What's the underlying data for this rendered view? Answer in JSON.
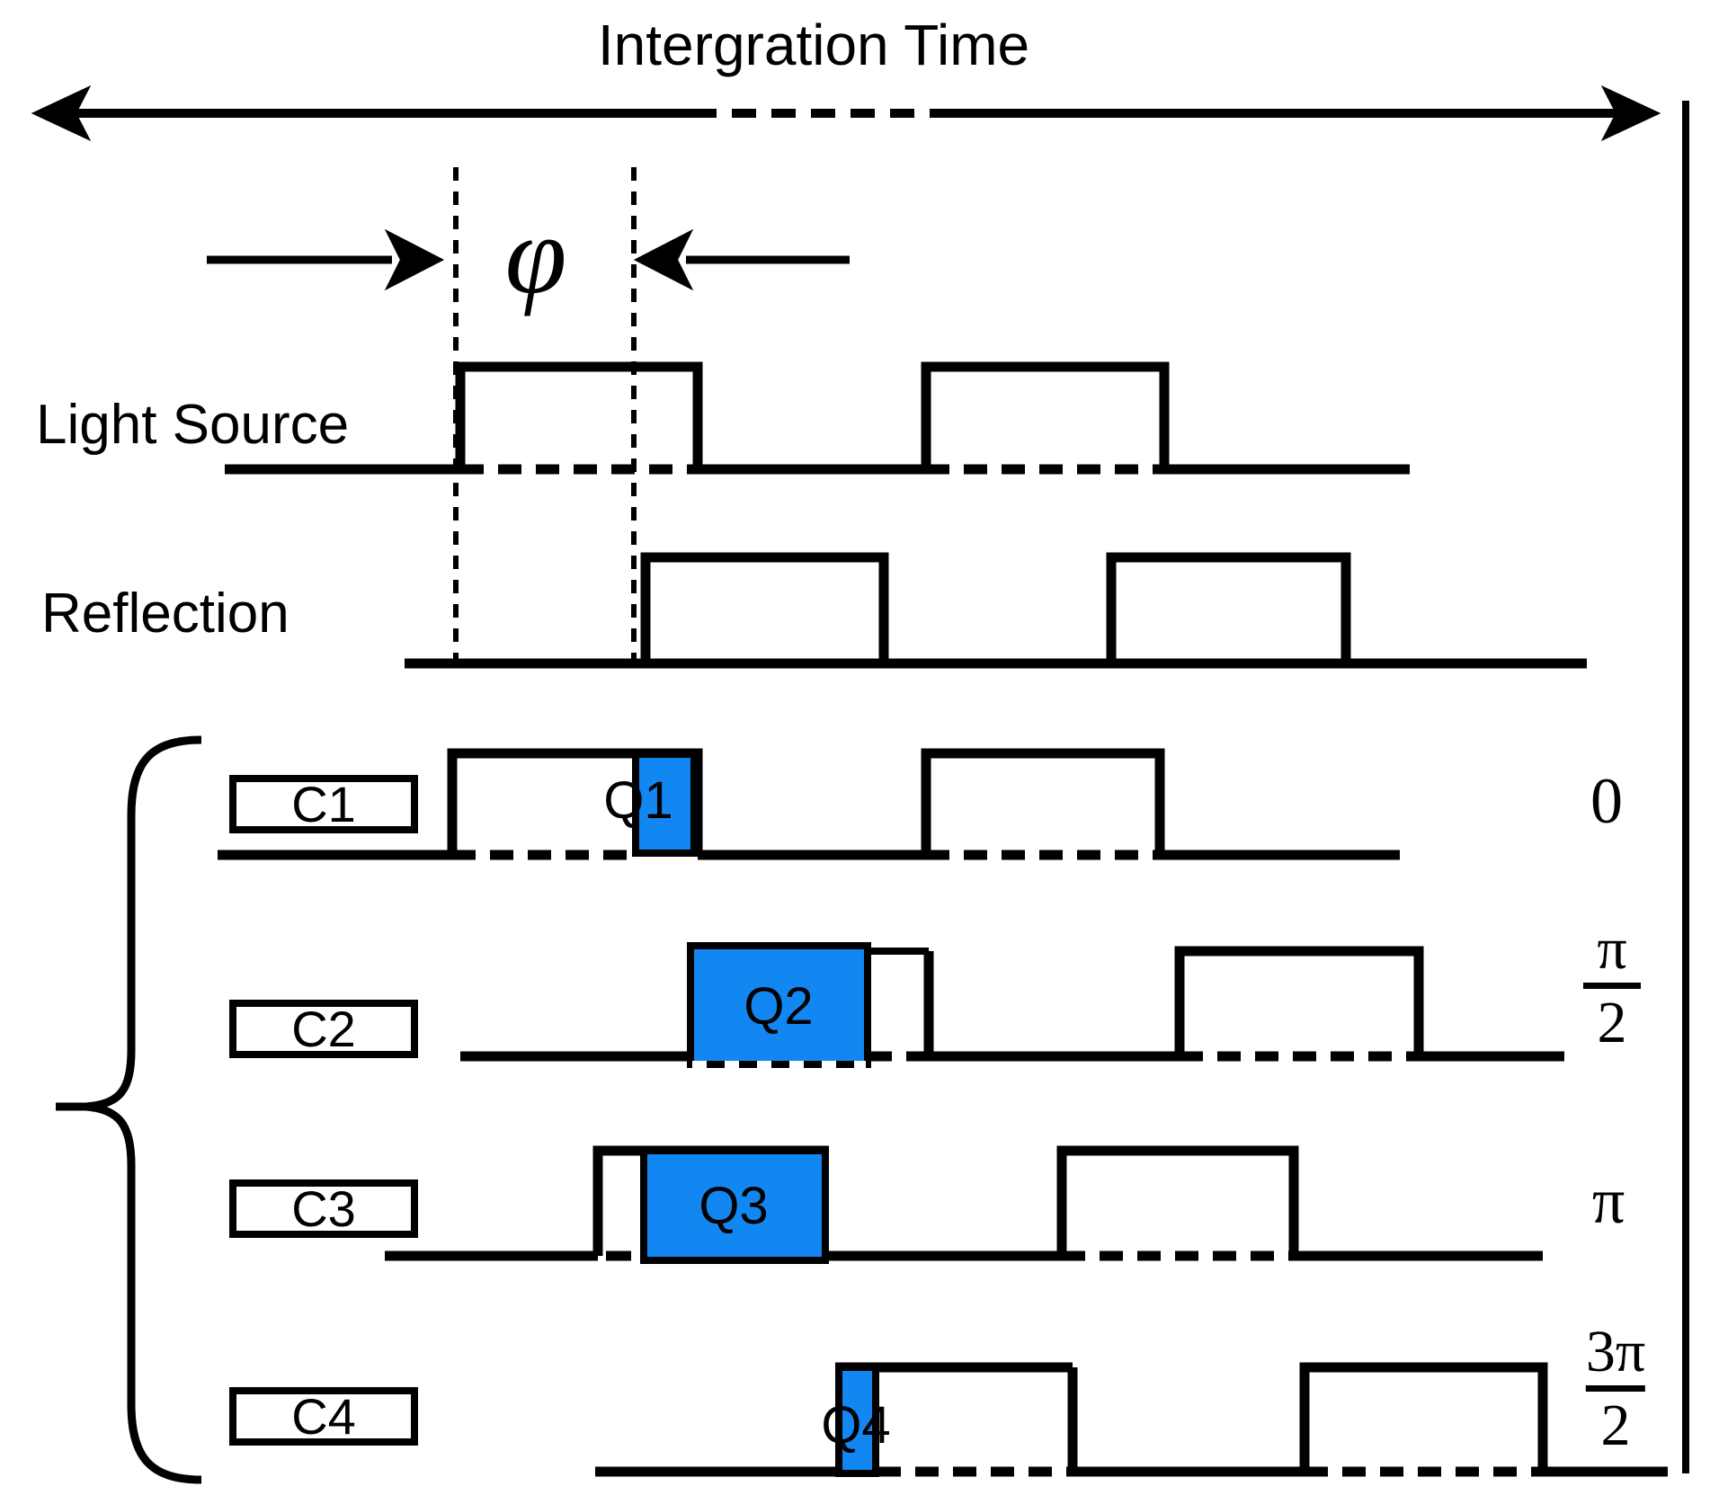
{
  "title": "Intergration Time",
  "phi_label": "φ",
  "signals": {
    "light_source": {
      "label": "Light Source"
    },
    "reflection": {
      "label": "Reflection"
    }
  },
  "channels": {
    "c1": {
      "label": "C1",
      "q_label": "Q1",
      "phase": "0"
    },
    "c2": {
      "label": "C2",
      "q_label": "Q2",
      "phase_num": "π",
      "phase_den": "2"
    },
    "c3": {
      "label": "C3",
      "q_label": "Q3",
      "phase": "π"
    },
    "c4": {
      "label": "C4",
      "q_label": "Q4",
      "phase_num": "3π",
      "phase_den": "2"
    }
  },
  "colors": {
    "charge_fill": "#1287f2",
    "ink": "#000000",
    "background": "#ffffff"
  }
}
